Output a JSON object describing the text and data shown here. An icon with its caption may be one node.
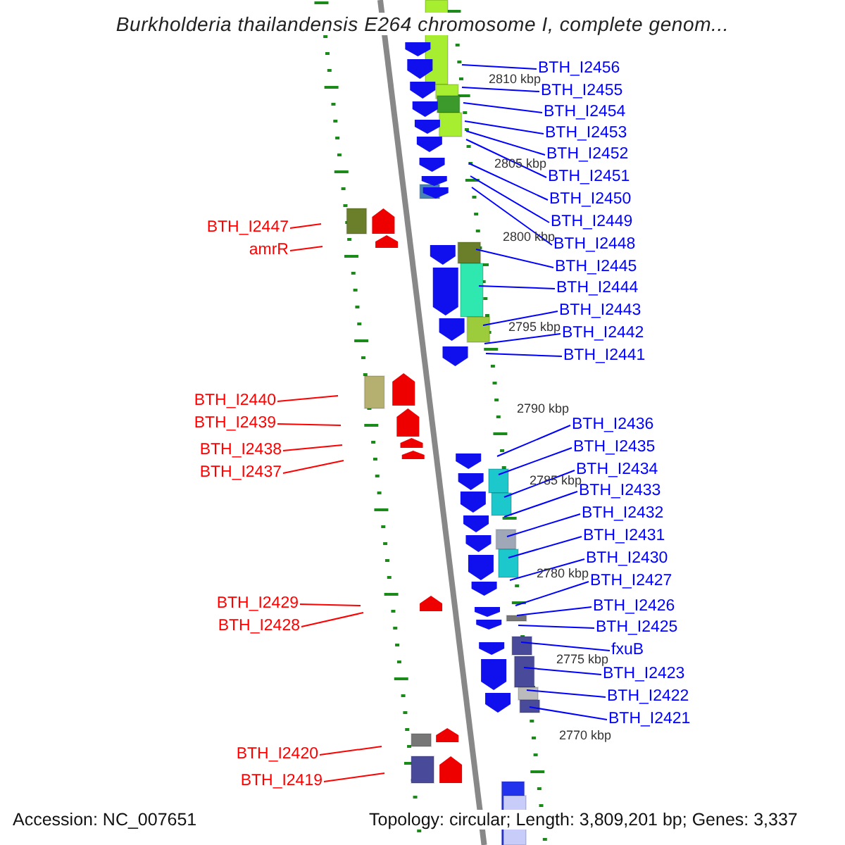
{
  "diagram": {
    "title": "Burkholderia thailandensis E264 chromosome I, complete genom...",
    "nodes": [
      {
        "text": [
          "BTH_I2456"
        ]
      },
      {
        "text": [
          "BTH_I2455"
        ]
      },
      {
        "text": [
          "BTH_I2454"
        ]
      },
      {
        "text": [
          "BTH_I2453"
        ]
      },
      {
        "text": [
          "BTH_I2452"
        ]
      },
      {
        "text": [
          "BTH_I2451"
        ]
      },
      {
        "text": [
          "BTH_I2450"
        ]
      },
      {
        "text": [
          "BTH_I2449"
        ]
      },
      {
        "text": [
          "BTH_I2447"
        ]
      },
      {
        "text": [
          "BTH_I2448"
        ]
      },
      {
        "text": [
          "amrR"
        ]
      },
      {
        "text": [
          "BTH_I2445"
        ]
      },
      {
        "text": [
          "BTH_I2444"
        ]
      },
      {
        "text": [
          "BTH_I2443"
        ]
      },
      {
        "text": [
          "BTH_I2442"
        ]
      },
      {
        "text": [
          "BTH_I2441"
        ]
      },
      {
        "text": [
          "BTH_I2440"
        ]
      },
      {
        "text": [
          "BTH_I2439"
        ]
      },
      {
        "text": [
          "BTH_I2436"
        ]
      },
      {
        "text": [
          "BTH_I2438"
        ]
      },
      {
        "text": [
          "BTH_I2435"
        ]
      },
      {
        "text": [
          "BTH_I2437"
        ]
      },
      {
        "text": [
          "BTH_I2434"
        ]
      },
      {
        "text": [
          "BTH_I2433"
        ]
      },
      {
        "text": [
          "BTH_I2432"
        ]
      },
      {
        "text": [
          "BTH_I2431"
        ]
      },
      {
        "text": [
          "BTH_I2430"
        ]
      },
      {
        "text": [
          "BTH_I2427"
        ]
      },
      {
        "text": [
          "BTH_I2429"
        ]
      },
      {
        "text": [
          "BTH_I2426"
        ]
      },
      {
        "text": [
          "BTH_I2428"
        ]
      },
      {
        "text": [
          "BTH_I2425"
        ]
      },
      {
        "text": [
          "fxuB"
        ]
      },
      {
        "text": [
          "BTH_I2423"
        ]
      },
      {
        "text": [
          "BTH_I2422"
        ]
      },
      {
        "text": [
          "BTH_I2421"
        ]
      },
      {
        "text": [
          "BTH_I2420"
        ]
      },
      {
        "text": [
          "BTH_I2419"
        ]
      }
    ],
    "edges": [
      {
        "from": 0,
        "to": null,
        "arrow": "none"
      },
      {
        "from": 1,
        "to": null,
        "arrow": "none"
      },
      {
        "from": 2,
        "to": null,
        "arrow": "none"
      },
      {
        "from": 3,
        "to": null,
        "arrow": "none"
      },
      {
        "from": 4,
        "to": null,
        "arrow": "none"
      },
      {
        "from": 5,
        "to": null,
        "arrow": "none"
      },
      {
        "from": 6,
        "to": null,
        "arrow": "none"
      },
      {
        "from": 7,
        "to": null,
        "arrow": "none"
      },
      {
        "from": 8,
        "to": null,
        "arrow": "none",
        "color": "#ff0000"
      },
      {
        "from": 9,
        "to": null,
        "arrow": "none"
      },
      {
        "from": 10,
        "to": null,
        "arrow": "none",
        "color": "#ff0000"
      },
      {
        "from": 11,
        "to": null,
        "arrow": "none"
      },
      {
        "from": 12,
        "to": null,
        "arrow": "none"
      },
      {
        "from": 13,
        "to": null,
        "arrow": "none"
      },
      {
        "from": 14,
        "to": null,
        "arrow": "none"
      },
      {
        "from": 15,
        "to": null,
        "arrow": "none"
      },
      {
        "from": 16,
        "to": null,
        "arrow": "none",
        "color": "#ff0000"
      },
      {
        "from": 17,
        "to": null,
        "arrow": "none",
        "color": "#ff0000"
      },
      {
        "from": 18,
        "to": null,
        "arrow": "none"
      },
      {
        "from": 19,
        "to": null,
        "arrow": "none",
        "color": "#ff0000"
      },
      {
        "from": 20,
        "to": null,
        "arrow": "none"
      },
      {
        "from": 21,
        "to": null,
        "arrow": "none",
        "color": "#ff0000"
      },
      {
        "from": 22,
        "to": null,
        "arrow": "none"
      },
      {
        "from": 23,
        "to": null,
        "arrow": "none"
      },
      {
        "from": 24,
        "to": null,
        "arrow": "none"
      },
      {
        "from": 25,
        "to": null,
        "arrow": "none"
      },
      {
        "from": 26,
        "to": null,
        "arrow": "none"
      },
      {
        "from": 27,
        "to": null,
        "arrow": "none"
      },
      {
        "from": 28,
        "to": null,
        "arrow": "none",
        "color": "#ff0000"
      },
      {
        "from": 29,
        "to": null,
        "arrow": "none"
      },
      {
        "from": 30,
        "to": null,
        "arrow": "none",
        "color": "#ff0000"
      },
      {
        "from": 31,
        "to": null,
        "arrow": "none"
      },
      {
        "from": 32,
        "to": null,
        "arrow": "none"
      },
      {
        "from": 33,
        "to": null,
        "arrow": "none"
      },
      {
        "from": 34,
        "to": null,
        "arrow": "none"
      },
      {
        "from": 35,
        "to": null,
        "arrow": "none"
      },
      {
        "from": 36,
        "to": null,
        "arrow": "none",
        "color": "#ff0000"
      },
      {
        "from": 37,
        "to": null,
        "arrow": "none",
        "color": "#ff0000"
      }
    ],
    "labels": [
      "2810 kbp",
      "2805 kbp",
      "2800 kbp",
      "2795 kbp",
      "2790 kbp",
      "2785 kbp",
      "2780 kbp",
      "2775 kbp",
      "2770 kbp",
      "Accession: NC_007651",
      "Topology: circular; Length: 3,809,201 bp; Genes: 3,337"
    ]
  }
}
